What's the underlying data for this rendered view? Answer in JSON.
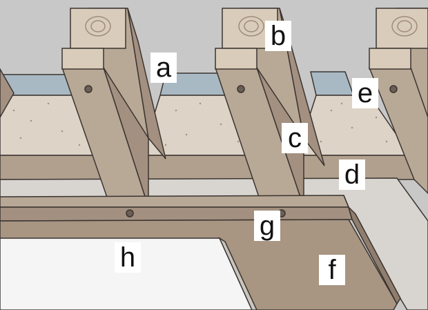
{
  "labels": {
    "a": "a",
    "b": "b",
    "c": "c",
    "d": "d",
    "e": "e",
    "f": "f",
    "g": "g",
    "h": "h"
  },
  "colors": {
    "background": "#c8c8c8",
    "vapor_barrier": "#a9b9c4",
    "insulation": "#ddd3c7",
    "wood_face": "#b8a896",
    "wood_side": "#a39080",
    "end_grain": "#d9ccbb",
    "ceiling_panel": "#d8d4cf",
    "drywall": "#f5f5f5",
    "outline": "#3a3430"
  }
}
